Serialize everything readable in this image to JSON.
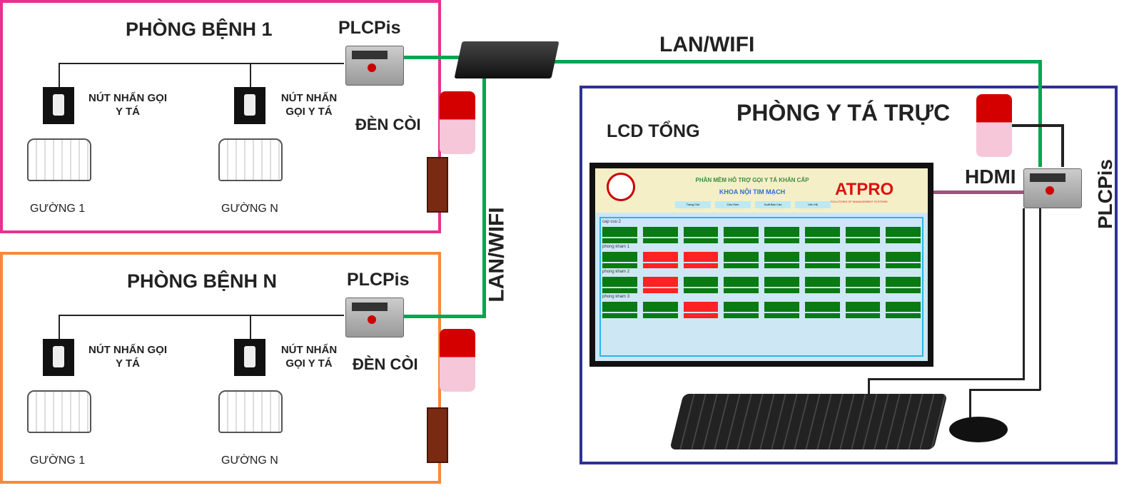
{
  "rooms": [
    {
      "title": "PHÒNG BỆNH 1",
      "plc": "PLCPis",
      "button_label": "NÚT NHẤN GỌI Y TÁ",
      "siren": "ĐÈN CÒI",
      "beds": [
        "GƯỜNG 1",
        "GƯỜNG N"
      ]
    },
    {
      "title": "PHÒNG BỆNH N",
      "plc": "PLCPis",
      "button_label": "NÚT NHẤN GỌI Y TÁ",
      "siren": "ĐÈN CÒI",
      "beds": [
        "GƯỜNG 1",
        "GƯỜNG N"
      ]
    }
  ],
  "network": {
    "lan_top": "LAN/WIFI",
    "lan_vertical": "LAN/WIFI"
  },
  "nurse_room": {
    "title": "PHÒNG Y TÁ TRỰC",
    "lcd": "LCD TỔNG",
    "hdmi": "HDMI",
    "plc": "PLCPis"
  },
  "screen": {
    "title": "PHẦN MỀM HỖ TRỢ GỌI Y TÁ KHẨN CẤP",
    "subtitle": "KHOA NỘI TIM MẠCH",
    "brand": "ATPRO",
    "brand_tag": "SOLUTIONS OF MANAGEMENT SYSTEMS",
    "menu": [
      "Trang Chủ",
      "Cấu Hình",
      "Xuất Báo Cáo",
      "Liên Hệ"
    ],
    "sections": [
      {
        "name": "cap cuu 2",
        "alerts": []
      },
      {
        "name": "phong kham 1",
        "alerts": [
          2,
          3
        ]
      },
      {
        "name": "phong kham 2",
        "alerts": [
          2
        ]
      },
      {
        "name": "phong kham 3",
        "alerts": [
          3
        ]
      }
    ],
    "beds_per_section": 8
  },
  "colors": {
    "room1": "#e8318e",
    "roomN": "#f58a3a",
    "nurse": "#2e3192",
    "lan": "#00a651",
    "hdmi": "#a0527a",
    "alert": "#ff2222",
    "ok": "#0a7a12"
  }
}
